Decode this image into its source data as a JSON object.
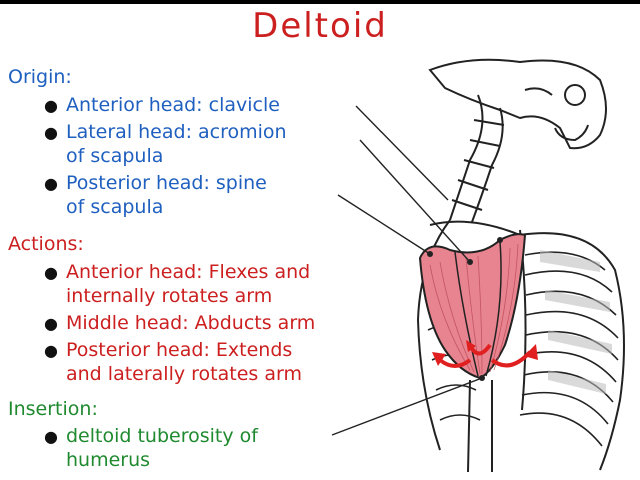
{
  "title": "Deltoid",
  "colors": {
    "origin": "#1f5fbf",
    "actions": "#cc1f1f",
    "insertion": "#1f8a2f",
    "muscle": "#e8848f"
  },
  "origin": {
    "heading": "Origin:",
    "items": [
      {
        "line1": "Anterior head: clavicle",
        "line2": ""
      },
      {
        "line1": "Lateral head: acromion",
        "line2": "of scapula"
      },
      {
        "line1": "Posterior head: spine",
        "line2": "of scapula"
      }
    ]
  },
  "actions": {
    "heading": "Actions:",
    "items": [
      {
        "line1": "Anterior head: Flexes and",
        "line2": "internally rotates arm"
      },
      {
        "line1": "Middle head: Abducts arm",
        "line2": ""
      },
      {
        "line1": "Posterior head: Extends",
        "line2": "and laterally rotates arm"
      }
    ]
  },
  "insertion": {
    "heading": "Insertion:",
    "items": [
      {
        "line1": "deltoid tuberosity of",
        "line2": "humerus"
      }
    ]
  },
  "icons": {
    "bullet": "bullet-dot",
    "illustration": "shoulder-skeleton-illustration"
  }
}
